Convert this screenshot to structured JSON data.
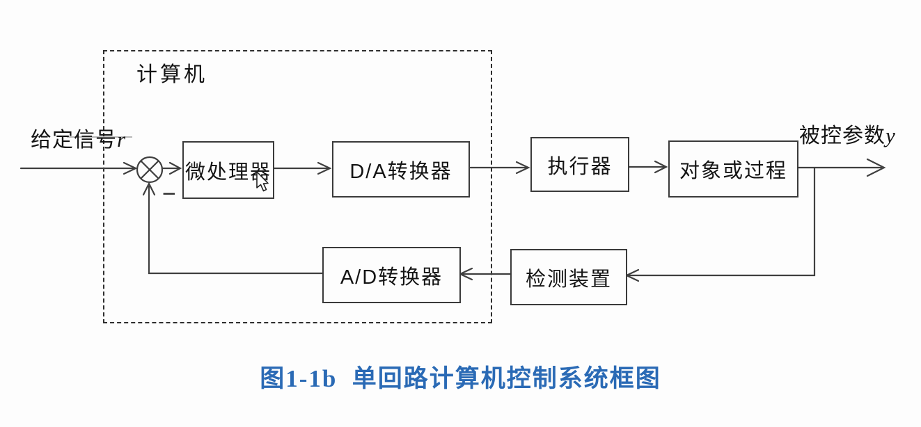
{
  "page": {
    "background_color": "#fdfdfd"
  },
  "colors": {
    "line": "#3f3f3f",
    "box_border": "#3a3a3a",
    "text": "#141414",
    "caption": "#2a6ab5"
  },
  "diagram": {
    "group_label": "计算机",
    "input": {
      "label": "给定信号",
      "symbol": "r"
    },
    "output": {
      "label": "被控参数",
      "symbol": "y"
    },
    "feedback_sign": "−",
    "blocks": {
      "microprocessor": "微处理器",
      "da_converter": "D/A转换器",
      "actuator": "执行器",
      "process": "对象或过程",
      "ad_converter": "A/D转换器",
      "detector": "检测装置"
    }
  },
  "caption": "图1-1b  单回路计算机控制系统框图"
}
